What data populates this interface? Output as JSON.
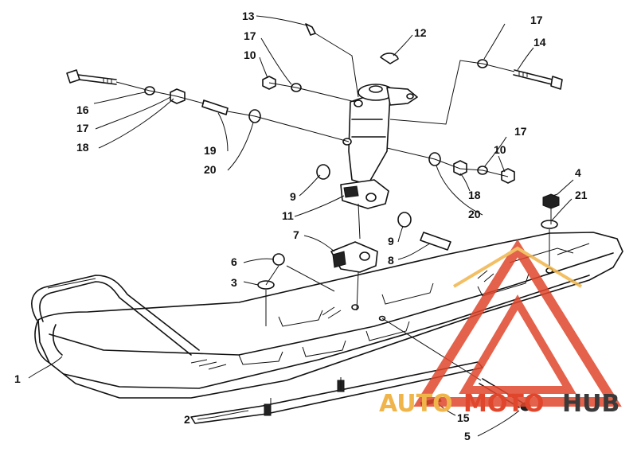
{
  "callouts": [
    {
      "label": "1"
    },
    {
      "label": "2"
    },
    {
      "label": "3"
    },
    {
      "label": "4"
    },
    {
      "label": "5"
    },
    {
      "label": "6"
    },
    {
      "label": "7"
    },
    {
      "label": "8"
    },
    {
      "label": "9"
    },
    {
      "label": "9"
    },
    {
      "label": "10"
    },
    {
      "label": "10"
    },
    {
      "label": "11"
    },
    {
      "label": "12"
    },
    {
      "label": "13"
    },
    {
      "label": "14"
    },
    {
      "label": "15"
    },
    {
      "label": "16"
    },
    {
      "label": "17"
    },
    {
      "label": "17"
    },
    {
      "label": "17"
    },
    {
      "label": "17"
    },
    {
      "label": "18"
    },
    {
      "label": "18"
    },
    {
      "label": "19"
    },
    {
      "label": "20"
    },
    {
      "label": "20"
    },
    {
      "label": "21"
    }
  ],
  "watermark": {
    "part1": "AUTO",
    "part2": "MOTO",
    "part3": "HUB",
    "color_primary": "#e0462c",
    "color_secondary": "#f0b54a",
    "color_dark": "#3a3a3a"
  }
}
